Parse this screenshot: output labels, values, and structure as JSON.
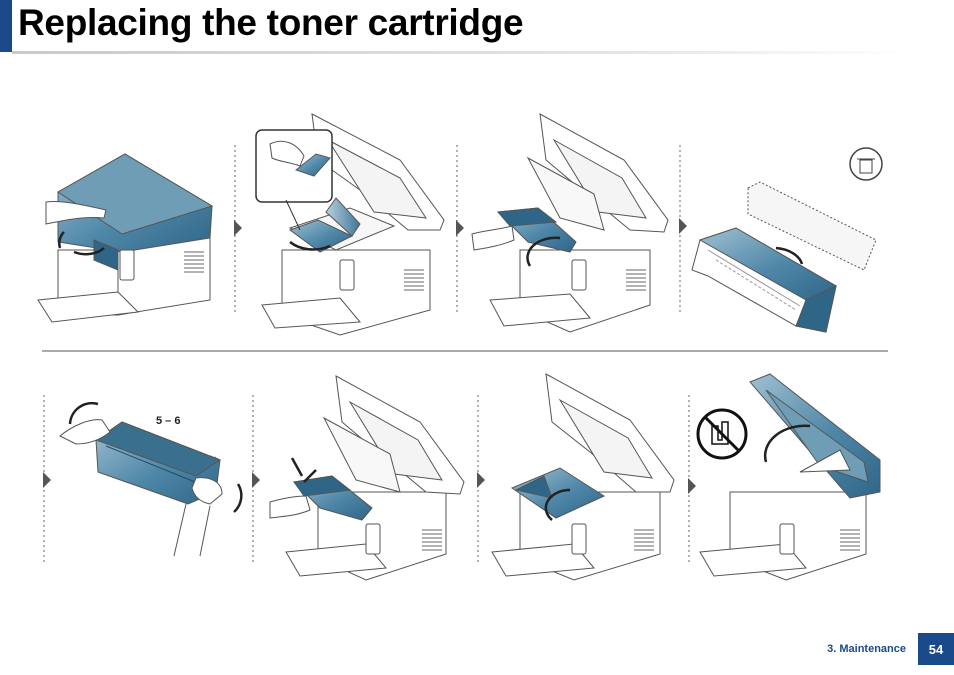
{
  "header": {
    "title": "Replacing the toner cartridge"
  },
  "steps": {
    "label_5_6": "5 – 6"
  },
  "footer": {
    "chapter": "3. Maintenance",
    "page": "54"
  },
  "colors": {
    "accent": "#1a4a8a",
    "illustration_fill": "#3f7a9c",
    "line": "#555555"
  },
  "icons": [
    "recycle-bin-icon",
    "no-touch-icon",
    "rotate-arrow-icon",
    "step-arrow-icon"
  ]
}
